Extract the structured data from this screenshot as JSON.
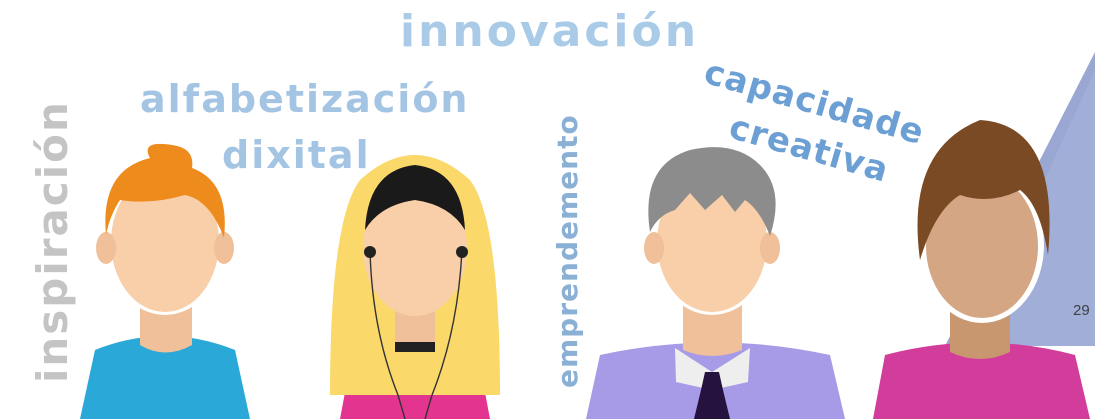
{
  "words": {
    "innovacion": "innovación",
    "alfabetizacion": "alfabetización",
    "dixital": "dixital",
    "inspiracion": "inspiración",
    "emprendemento": "emprendemento",
    "capacidade": "capacidade",
    "creativa": "creativa"
  },
  "page_number": "29",
  "colors": {
    "word_light_blue": "#a9cbe8",
    "word_mid_blue": "#6c9fd4",
    "word_grey": "#c4c4c4",
    "triangle": "#9aa7d2",
    "skin": "#f8cfa9",
    "skin_dark": "#d5a683"
  },
  "people": [
    {
      "hair": "orange",
      "shirt": "cyan"
    },
    {
      "hair": "blonde",
      "accessory": "earphones",
      "shirt": "magenta"
    },
    {
      "hair": "grey",
      "shirt": "lilac",
      "accessory": "tie"
    },
    {
      "hair": "brown",
      "shirt": "magenta"
    }
  ]
}
